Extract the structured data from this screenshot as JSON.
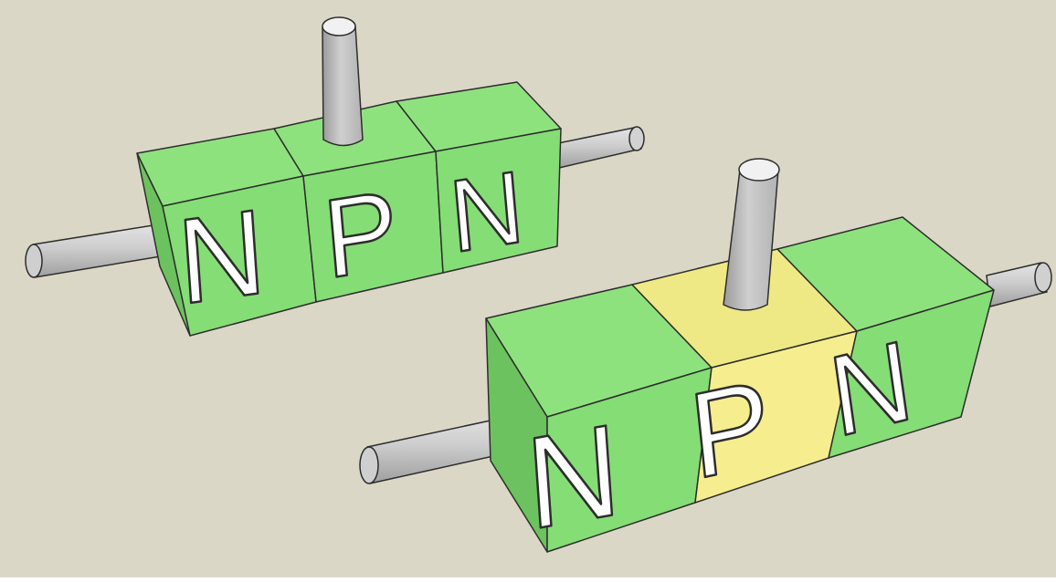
{
  "colors": {
    "background": "#dbd7c7",
    "green_front": "#85dd75",
    "green_top": "#8ee27e",
    "green_side": "#6cc25e",
    "yellow_front": "#f6ee8e",
    "yellow_top": "#efe985",
    "rod": "#c6c6c6",
    "outline": "#2d2d2d",
    "letter_fill": "#ffffff"
  },
  "transistors": [
    {
      "blocks": [
        {
          "letter": "N",
          "color": "green"
        },
        {
          "letter": "P",
          "color": "green"
        },
        {
          "letter": "N",
          "color": "green"
        }
      ]
    },
    {
      "blocks": [
        {
          "letter": "N",
          "color": "green"
        },
        {
          "letter": "P",
          "color": "yellow"
        },
        {
          "letter": "N",
          "color": "green"
        }
      ]
    }
  ]
}
